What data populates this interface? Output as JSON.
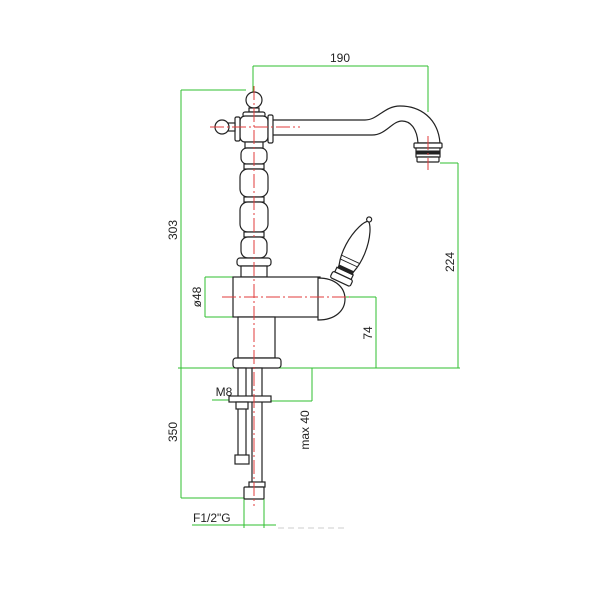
{
  "dimensions": {
    "spout_reach": "190",
    "total_height": "303",
    "outlet_height": "224",
    "body_diameter": "ø48",
    "handle_axis_height": "74",
    "rod_thread": "M8",
    "max_counter_thickness": "max 40",
    "hose_length": "350",
    "hose_connection": "F1/2\"G"
  },
  "colors": {
    "dimension_line": "#2fbf2f",
    "center_line": "#e23b3b",
    "outline": "#222222"
  }
}
